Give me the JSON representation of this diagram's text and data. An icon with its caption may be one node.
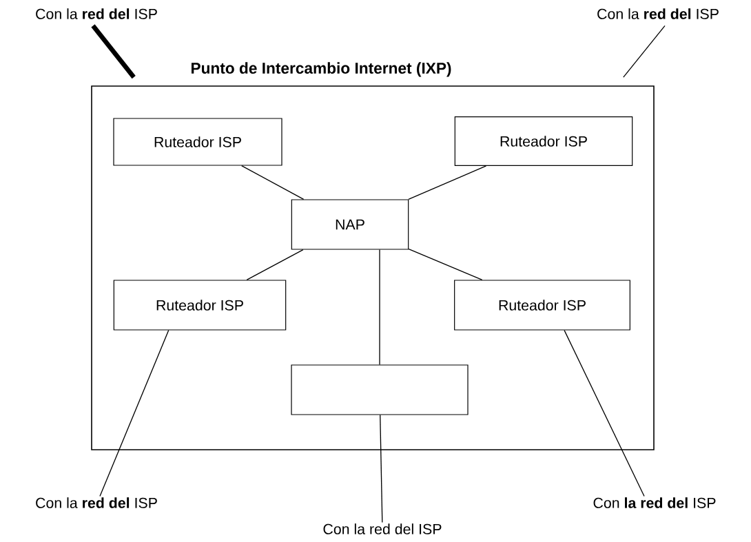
{
  "diagram": {
    "nodes": [
      {
        "text": [
          "Punto de Intercambio Internet (IXP)"
        ]
      },
      {
        "text": [
          "Ruteador ISP"
        ],
        "in": 0
      },
      {
        "text": [
          "Ruteador ISP"
        ],
        "in": 0
      },
      {
        "text": [
          "NAP"
        ],
        "in": 0
      },
      {
        "text": [
          "Ruteador ISP"
        ],
        "in": 0
      },
      {
        "text": [
          "Ruteador ISP"
        ],
        "in": 0
      },
      {
        "text": [],
        "shape": "box",
        "in": 0
      },
      {
        "text": [
          "Con la **red del** ISP"
        ]
      },
      {
        "text": [
          "Con la **red del** ISP"
        ]
      },
      {
        "text": [
          "Con la **red del** ISP"
        ]
      },
      {
        "text": [
          "Con la red del ISP"
        ]
      },
      {
        "text": [
          "Con **la red del** ISP"
        ]
      }
    ],
    "edges": [
      {
        "from": 7,
        "to": 0,
        "arrow": "none",
        "style": "thick"
      },
      {
        "from": 8,
        "to": 0,
        "arrow": "none"
      },
      {
        "from": 1,
        "to": 3,
        "arrow": "none"
      },
      {
        "from": 2,
        "to": 3,
        "arrow": "none"
      },
      {
        "from": 4,
        "to": 3,
        "arrow": "none"
      },
      {
        "from": 5,
        "to": 3,
        "arrow": "none"
      },
      {
        "from": 3,
        "to": 6,
        "arrow": "none"
      },
      {
        "from": 4,
        "to": 9,
        "arrow": "none"
      },
      {
        "from": 6,
        "to": 10,
        "arrow": "none"
      },
      {
        "from": 5,
        "to": 11,
        "arrow": "none"
      }
    ]
  }
}
